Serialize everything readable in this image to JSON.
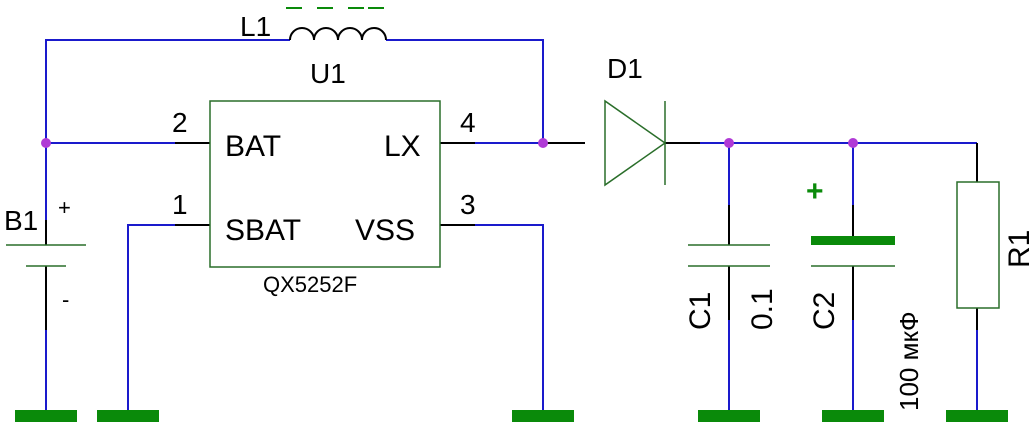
{
  "colors": {
    "wire": "#1a1acc",
    "pin": "#000000",
    "component_body": "#2a6e2a",
    "ground": "#0a8a0a",
    "junction": "#b03ad6",
    "polarity_marker": "#0a8a0a"
  },
  "components": {
    "inductor": {
      "ref": "L1"
    },
    "ic": {
      "ref": "U1",
      "part": "QX5252F",
      "pins": [
        {
          "number": "2",
          "name": "BAT"
        },
        {
          "number": "1",
          "name": "SBAT"
        },
        {
          "number": "4",
          "name": "LX"
        },
        {
          "number": "3",
          "name": "VSS"
        }
      ]
    },
    "diode": {
      "ref": "D1"
    },
    "battery": {
      "ref": "B1",
      "plus": "+",
      "minus": "-"
    },
    "capacitor_1": {
      "ref": "C1",
      "value": "0.1"
    },
    "capacitor_2": {
      "ref": "C2",
      "value": "100 мкФ",
      "polarity": "+"
    },
    "resistor": {
      "ref": "R1"
    }
  },
  "icons": [
    "ground-icon",
    "junction-dot-icon",
    "diode-symbol-icon",
    "inductor-symbol-icon",
    "battery-symbol-icon",
    "capacitor-symbol-icon",
    "polarized-capacitor-symbol-icon",
    "resistor-symbol-icon"
  ]
}
